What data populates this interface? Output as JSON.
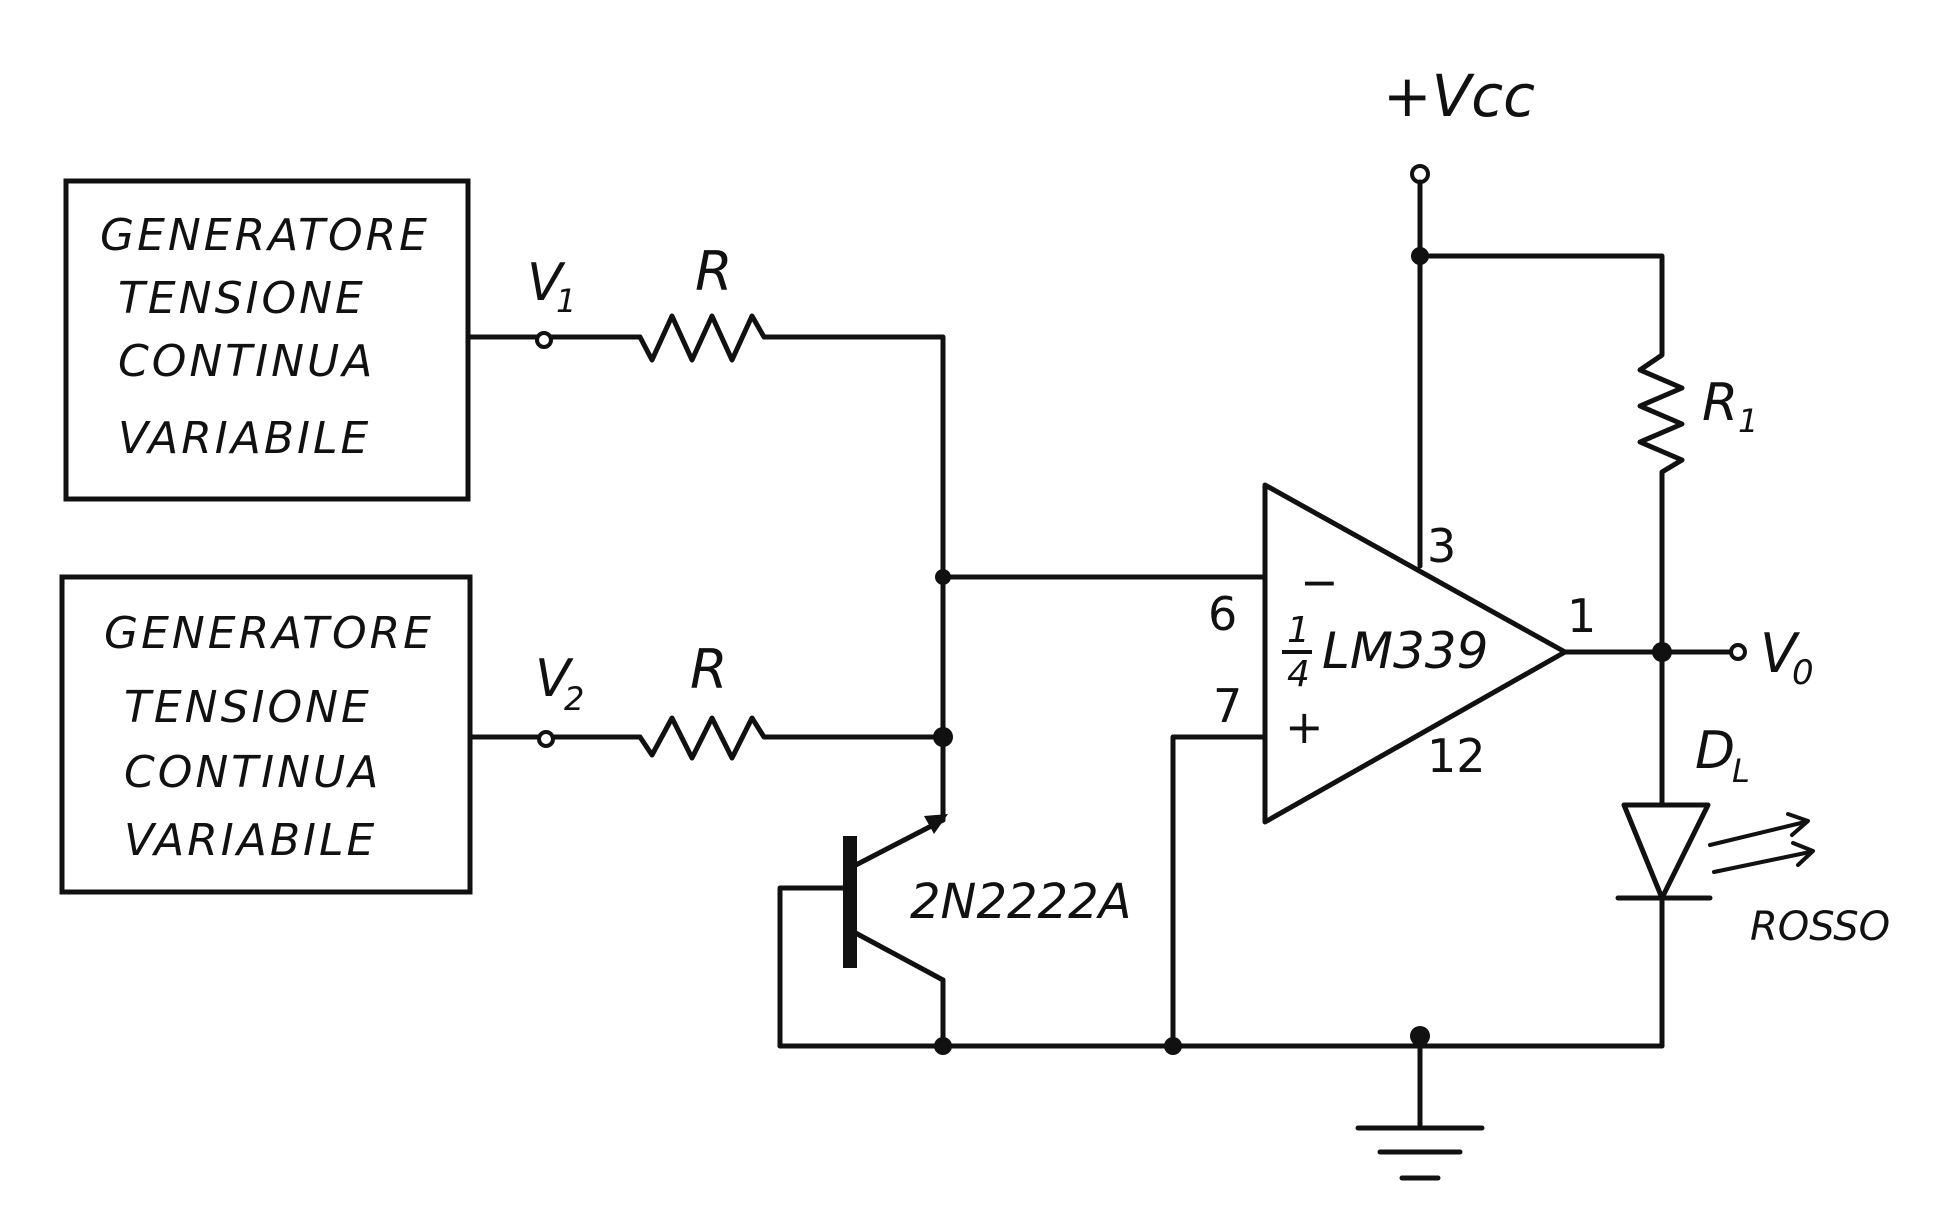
{
  "generator_top": {
    "lines": [
      "GENERATORE",
      "TENSIONE",
      "CONTINUA",
      "VARIABILE"
    ]
  },
  "generator_bottom": {
    "lines": [
      "GENERATORE",
      "TENSIONE",
      "CONTINUA",
      "VARIABILE"
    ]
  },
  "labels": {
    "v1": "V",
    "v1_sub": "1",
    "v2": "V",
    "v2_sub": "2",
    "r_top": "R",
    "r_bottom": "R",
    "vcc": "+Vcc",
    "r1": "R",
    "r1_sub": "1",
    "vo": "V",
    "vo_sub": "0",
    "dl": "D",
    "dl_sub": "L",
    "rosso": "ROSSO",
    "transistor": "2N2222A",
    "opamp_fraction_num": "1",
    "opamp_fraction_den": "4",
    "opamp_name": "LM339",
    "minus": "−",
    "plus": "+"
  },
  "pins": {
    "inverting": "6",
    "noninverting": "7",
    "supply": "3",
    "ground": "12",
    "output": "1"
  }
}
